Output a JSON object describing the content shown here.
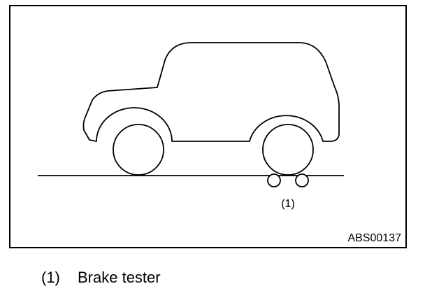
{
  "figure": {
    "callout_label": "(1)",
    "figure_code": "ABS00137"
  },
  "legend": {
    "items": [
      {
        "number": "(1)",
        "text": "Brake tester"
      }
    ]
  }
}
